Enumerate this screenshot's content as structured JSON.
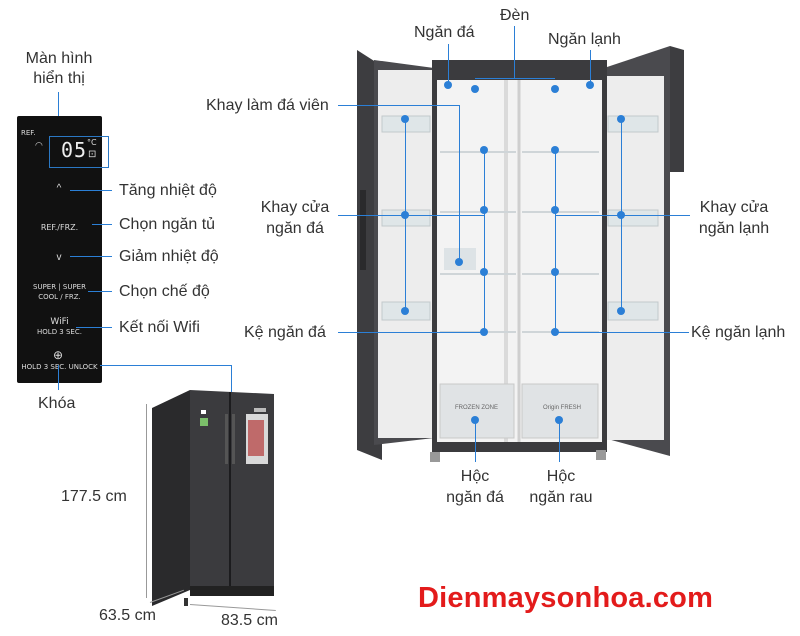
{
  "panel": {
    "title": "Màn hình\nhiển thị",
    "ref_label": "REF.",
    "temp_display": "05",
    "unit": "°C",
    "ref_frz": "REF./FRZ.",
    "super": "SUPER | SUPER",
    "cool_frz": "COOL / FRZ.",
    "wifi": "WiFi",
    "hold3": "HOLD 3 SEC.",
    "unlock": "HOLD 3 SEC. UNLOCK"
  },
  "labels": {
    "tang": "Tăng nhiệt độ",
    "chon_ngan": "Chọn ngăn tủ",
    "giam": "Giảm nhiệt độ",
    "che_do": "Chọn chế độ",
    "wifi": "Kết nối Wifi",
    "khoa": "Khóa",
    "ngan_da": "Ngăn đá",
    "den": "Đèn",
    "ngan_lanh": "Ngăn lạnh",
    "khay_lam_da": "Khay làm đá viên",
    "khay_cua_da": "Khay cửa\nngăn đá",
    "khay_cua_lanh": "Khay cửa\nngăn lạnh",
    "ke_da": "Kệ ngăn đá",
    "ke_lanh": "Kệ ngăn lạnh",
    "hoc_da": "Hộc\nngăn đá",
    "hoc_rau": "Hộc\nngăn rau",
    "height": "177.5 cm",
    "depth": "63.5 cm",
    "width": "83.5 cm",
    "drawer_left": "FROZEN ZONE",
    "drawer_right": "Origin FRESH"
  },
  "brand": "Dienmaysonhoa.com",
  "colors": {
    "accent": "#2b7fd6",
    "brand": "#e31b1b",
    "fridge": "#3a3a3c"
  }
}
